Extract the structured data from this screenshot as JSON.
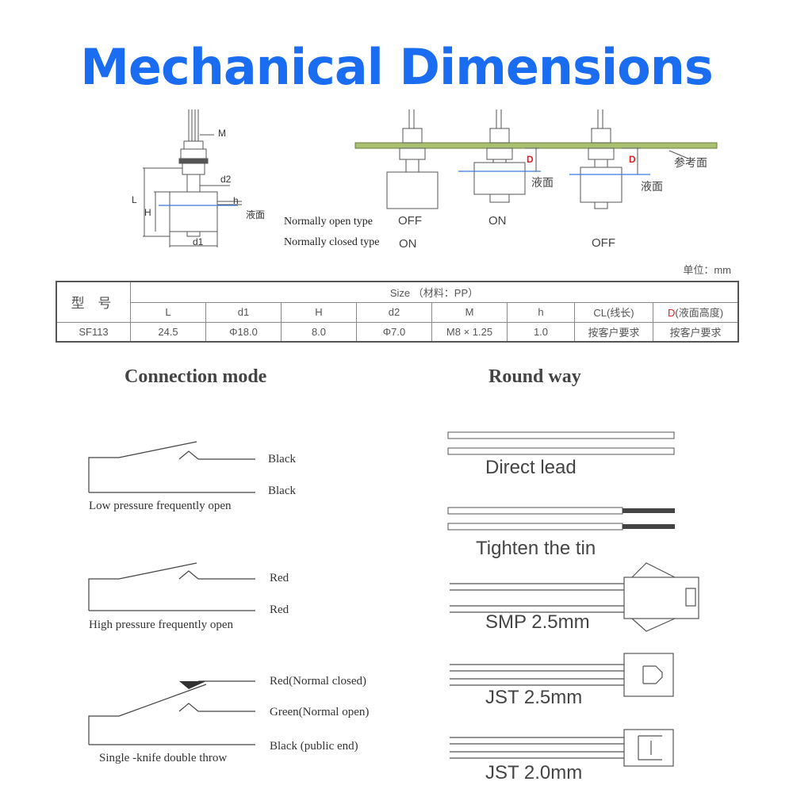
{
  "title": "Mechanical Dimensions",
  "drawing": {
    "M": "M",
    "d2": "d2",
    "h": "h",
    "liquid": "液面",
    "L": "L",
    "H": "H",
    "d1": "d1"
  },
  "states": {
    "normally_open_type": "Normally open type",
    "normally_closed_type": "Normally closed type",
    "no_off_1": "OFF",
    "nc_on_1": "ON",
    "no_on_2": "ON",
    "nc_off_3": "OFF",
    "D": "D",
    "liquid": "液面",
    "reference": "参考面"
  },
  "unit": "单位：mm",
  "spec_table": {
    "model_header": "型 号",
    "model": "SF113",
    "size_header": "Size （材料：PP）",
    "columns": [
      {
        "name": "L",
        "value": "24.5"
      },
      {
        "name": "d1",
        "value": "Φ18.0"
      },
      {
        "name": "H",
        "value": "8.0"
      },
      {
        "name": "d2",
        "value": "Φ7.0"
      },
      {
        "name": "M",
        "value": "M8 × 1.25"
      },
      {
        "name": "h",
        "value": "1.0"
      },
      {
        "name": "CL(线长)",
        "value": "按客户要求"
      }
    ],
    "last_col_prefix": "D",
    "last_col_rest": "(液面高度)",
    "last_col_value": "按客户要求"
  },
  "connection": {
    "title": "Connection mode",
    "low": {
      "wire1": "Black",
      "wire2": "Black",
      "caption": "Low pressure frequently open"
    },
    "high": {
      "wire1": "Red",
      "wire2": "Red",
      "caption": "High pressure frequently open"
    },
    "spdt": {
      "wire1": "Red(Normal closed)",
      "wire2": "Green(Normal open)",
      "wire3": "Black (public end)",
      "caption": "Single -knife double throw"
    }
  },
  "round_way": {
    "title": "Round way",
    "items": [
      "Direct lead",
      "Tighten the tin",
      "SMP 2.5mm",
      "JST 2.5mm",
      "JST 2.0mm"
    ]
  }
}
